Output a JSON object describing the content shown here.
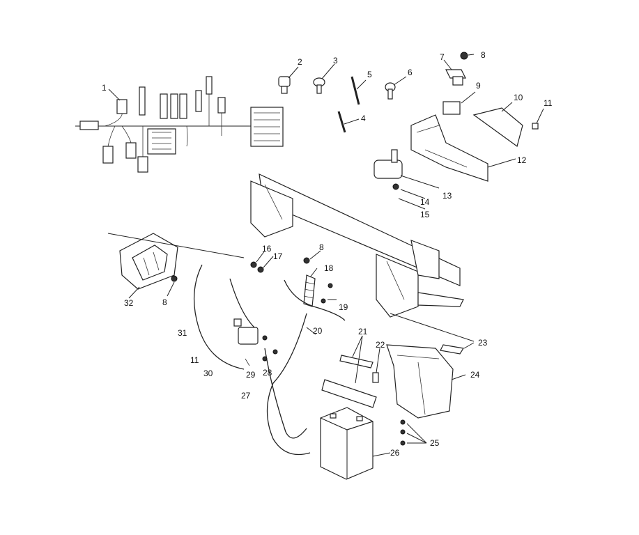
{
  "callouts": [
    "1",
    "2",
    "3",
    "4",
    "5",
    "6",
    "7",
    "8",
    "9",
    "10",
    "11",
    "12",
    "13",
    "14",
    "15",
    "16",
    "17",
    "8",
    "18",
    "19",
    "20",
    "11",
    "30",
    "31",
    "29",
    "28",
    "21",
    "22",
    "23",
    "24",
    "27",
    "25",
    "26",
    "32",
    "8"
  ]
}
